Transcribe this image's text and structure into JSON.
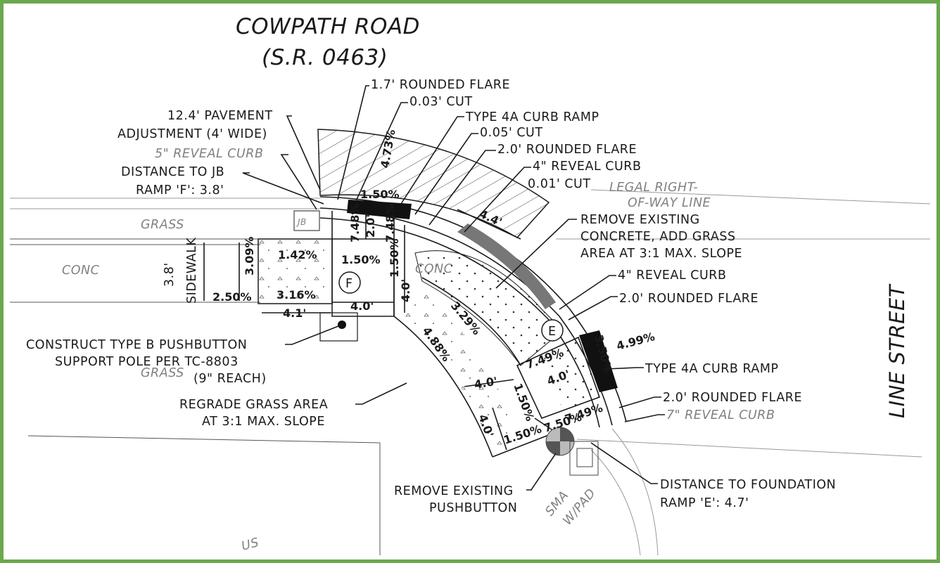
{
  "title": {
    "road": "COWPATH ROAD",
    "route": "(S.R. 0463)",
    "cross_street": "LINE STREET"
  },
  "area_labels": {
    "grass_top": "GRASS",
    "conc_left": "CONC",
    "conc_mid": "CONC",
    "grass_bottom": "GRASS",
    "sidewalk_width": "3.8'",
    "sidewalk": "SIDEWALK",
    "ramp_f": "F",
    "ramp_e": "E",
    "jb": "JB",
    "sma": "SMA",
    "w_pad": "W/PAD",
    "bottom_scrawl": "US"
  },
  "callouts": {
    "rounded_flare_17": "1.7' ROUNDED FLARE",
    "cut_003": "0.03' CUT",
    "type4a_top": "TYPE 4A CURB RAMP",
    "cut_005": "0.05' CUT",
    "rounded_flare_20_top": "2.0' ROUNDED FLARE",
    "reveal_4_top": "4\" REVEAL CURB",
    "cut_001": "0.01' CUT",
    "pavement_1": "12.4' PAVEMENT",
    "pavement_2": "ADJUSTMENT (4' WIDE)",
    "reveal_5": "5\" REVEAL CURB",
    "dist_jb_1": "DISTANCE TO JB",
    "dist_jb_2": "RAMP 'F': 3.8'",
    "legal_row_1": "LEGAL RIGHT-",
    "legal_row_2": "OF-WAY LINE",
    "remove_conc_1": "REMOVE EXISTING",
    "remove_conc_2": "CONCRETE, ADD GRASS",
    "remove_conc_3": "AREA AT 3:1 MAX. SLOPE",
    "reveal_4_mid": "4\" REVEAL CURB",
    "rounded_flare_20_mid": "2.0' ROUNDED FLARE",
    "pushbutton_pole_1": "CONSTRUCT TYPE B PUSHBUTTON",
    "pushbutton_pole_2": "SUPPORT POLE PER TC-8803",
    "pushbutton_pole_3": "(9\" REACH)",
    "type4a_bottom": "TYPE 4A CURB RAMP",
    "rounded_flare_20_bot": "2.0' ROUNDED FLARE",
    "reveal_7": "7\" REVEAL CURB",
    "regrade_1": "REGRADE GRASS AREA",
    "regrade_2": "AT 3:1 MAX. SLOPE",
    "remove_pb_1": "REMOVE EXISTING",
    "remove_pb_2": "PUSHBUTTON",
    "dist_found_1": "DISTANCE TO FOUNDATION",
    "dist_found_2": "RAMP 'E': 4.7'"
  },
  "dimensions": {
    "slope_473": "4.73%",
    "slope_150_a": "1.50%",
    "slope_748_a": "7.48%",
    "dim_20": "2.0'",
    "slope_748_b": "7.48%",
    "dim_44": "4.4'",
    "slope_309": "3.09%",
    "slope_142": "1.42%",
    "slope_150_b": "1.50%",
    "slope_150_c": "1.50%",
    "dim_40_v": "4.0'",
    "slope_250": "2.50%",
    "slope_316": "3.16%",
    "dim_41": "4.1'",
    "dim_40_h": "4.0'",
    "slope_329": "3.29%",
    "slope_488": "4.88%",
    "slope_350": "3.50%",
    "slope_499": "4.99%",
    "slope_749_a": "7.49%",
    "dim_40_e": "4.0'",
    "dim_40_e2": "4.0'",
    "slope_150_d": "1.50%",
    "slope_150_e": "1.50%",
    "slope_750": "7.50%",
    "slope_749_b": "7.49%",
    "dim_40_e3": "4.0'"
  },
  "colors": {
    "frame": "#6aa84f",
    "ink": "#1a1a1a",
    "faint": "#808080"
  }
}
